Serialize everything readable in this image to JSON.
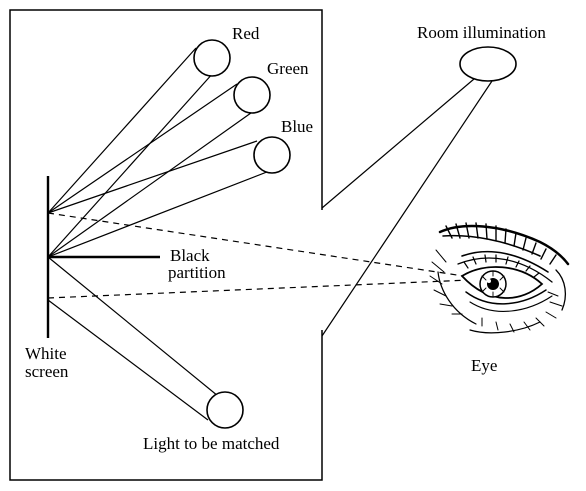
{
  "labels": {
    "red": "Red",
    "green": "Green",
    "blue": "Blue",
    "room_illumination": "Room illumination",
    "black_partition_line1": "Black",
    "black_partition_line2": "partition",
    "white_screen_line1": "White",
    "white_screen_line2": "screen",
    "light_to_be_matched": "Light to be matched",
    "eye": "Eye"
  },
  "icons": {
    "eye": "eye-icon",
    "lamp": "lamp-circle"
  },
  "colors": {
    "stroke": "#000000",
    "background": "#ffffff"
  }
}
